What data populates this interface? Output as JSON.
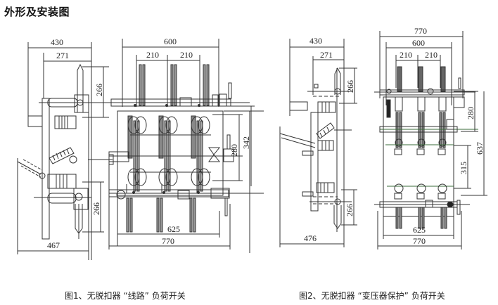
{
  "page": {
    "title": "外形及安装图"
  },
  "figure1": {
    "caption": "图1、无脱扣器 “线路” 负荷开关",
    "dimensions": {
      "width_430": "430",
      "width_271": "271",
      "width_600": "600",
      "pitch_a": "210",
      "pitch_b": "210",
      "height_266_top": "266",
      "height_280": "280",
      "height_342": "342",
      "height_266_bottom": "266",
      "width_467": "467",
      "width_625": "625",
      "width_770": "770"
    }
  },
  "figure2": {
    "caption": "图2、无脱扣器 “变压器保护” 负荷开关",
    "dimensions": {
      "width_430": "430",
      "width_271": "271",
      "width_770_top": "770",
      "width_600": "600",
      "pitch_a": "210",
      "pitch_b": "210",
      "height_266_top": "266",
      "height_280": "280",
      "height_637": "637",
      "height_315": "315",
      "height_266_bottom": "266",
      "width_476": "476",
      "width_625": "625",
      "width_770_bottom": "770"
    }
  },
  "colors": {
    "line": "#333333",
    "green_accent": "#3a6b3a"
  }
}
